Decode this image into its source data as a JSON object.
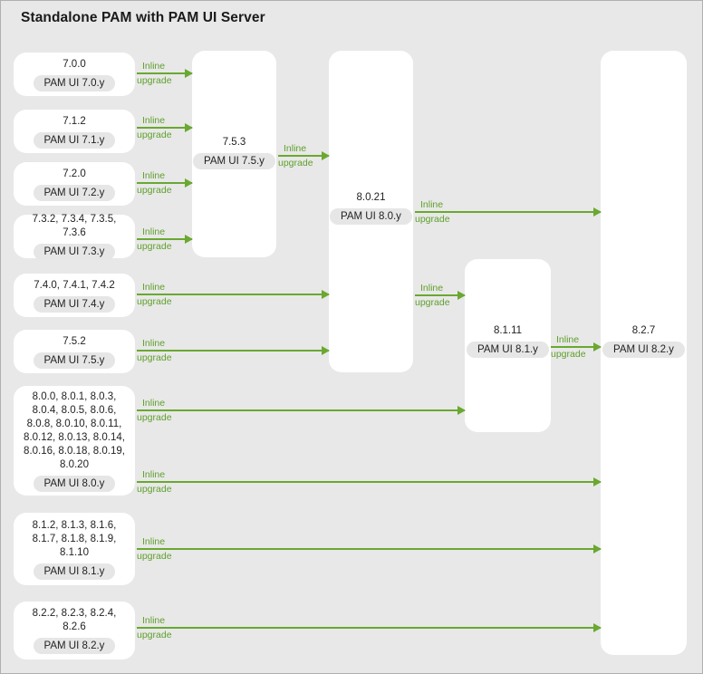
{
  "title": "Standalone PAM with PAM UI Server",
  "colors": {
    "background": "#e8e8e8",
    "card": "#ffffff",
    "pill": "#e6e6e6",
    "arrow": "#6aa830",
    "arrow_label": "#5fa02c",
    "text": "#222222",
    "border": "#b0b0b0"
  },
  "source_nodes": [
    {
      "versions": "7.0.0",
      "ui": "PAM UI 7.0.y"
    },
    {
      "versions": "7.1.2",
      "ui": "PAM UI 7.1.y"
    },
    {
      "versions": "7.2.0",
      "ui": "PAM UI 7.2.y"
    },
    {
      "versions": "7.3.2, 7.3.4, 7.3.5, 7.3.6",
      "ui": "PAM UI 7.3.y"
    },
    {
      "versions": "7.4.0, 7.4.1, 7.4.2",
      "ui": "PAM UI 7.4.y"
    },
    {
      "versions": "7.5.2",
      "ui": "PAM UI 7.5.y"
    },
    {
      "versions": "8.0.0, 8.0.1, 8.0.3,\n8.0.4, 8.0.5, 8.0.6,\n8.0.8, 8.0.10, 8.0.11,\n8.0.12, 8.0.13, 8.0.14,\n8.0.16, 8.0.18, 8.0.19,\n8.0.20",
      "ui": "PAM UI 8.0.y"
    },
    {
      "versions": "8.1.2, 8.1.3, 8.1.6,\n8.1.7, 8.1.8, 8.1.9,\n8.1.10",
      "ui": "PAM UI 8.1.y"
    },
    {
      "versions": "8.2.2, 8.2.3, 8.2.4,\n8.2.6",
      "ui": "PAM UI 8.2.y"
    }
  ],
  "target_columns": [
    {
      "version": "7.5.3",
      "ui": "PAM UI 7.5.y"
    },
    {
      "version": "8.0.21",
      "ui": "PAM UI 8.0.y"
    },
    {
      "version": "8.1.11",
      "ui": "PAM UI 8.1.y"
    },
    {
      "version": "8.2.7",
      "ui": "PAM UI 8.2.y"
    }
  ],
  "edge_label": {
    "line1": "Inline",
    "line2": "upgrade"
  },
  "edges": [
    {
      "from": "7.0.0",
      "to": "7.5.3"
    },
    {
      "from": "7.1.2",
      "to": "7.5.3"
    },
    {
      "from": "7.2.0",
      "to": "7.5.3"
    },
    {
      "from": "7.3.x",
      "to": "7.5.3"
    },
    {
      "from": "7.4.x",
      "to": "8.0.21"
    },
    {
      "from": "7.5.2",
      "to": "8.0.21"
    },
    {
      "from": "7.5.3",
      "to": "8.0.21"
    },
    {
      "from": "8.0.21",
      "to": "8.2.7"
    },
    {
      "from": "8.0.21",
      "to": "8.1.11"
    },
    {
      "from": "8.0.x",
      "to": "8.1.11"
    },
    {
      "from": "8.0.x",
      "to": "8.2.7"
    },
    {
      "from": "8.1.x",
      "to": "8.2.7"
    },
    {
      "from": "8.1.11",
      "to": "8.2.7"
    },
    {
      "from": "8.2.x",
      "to": "8.2.7"
    }
  ]
}
